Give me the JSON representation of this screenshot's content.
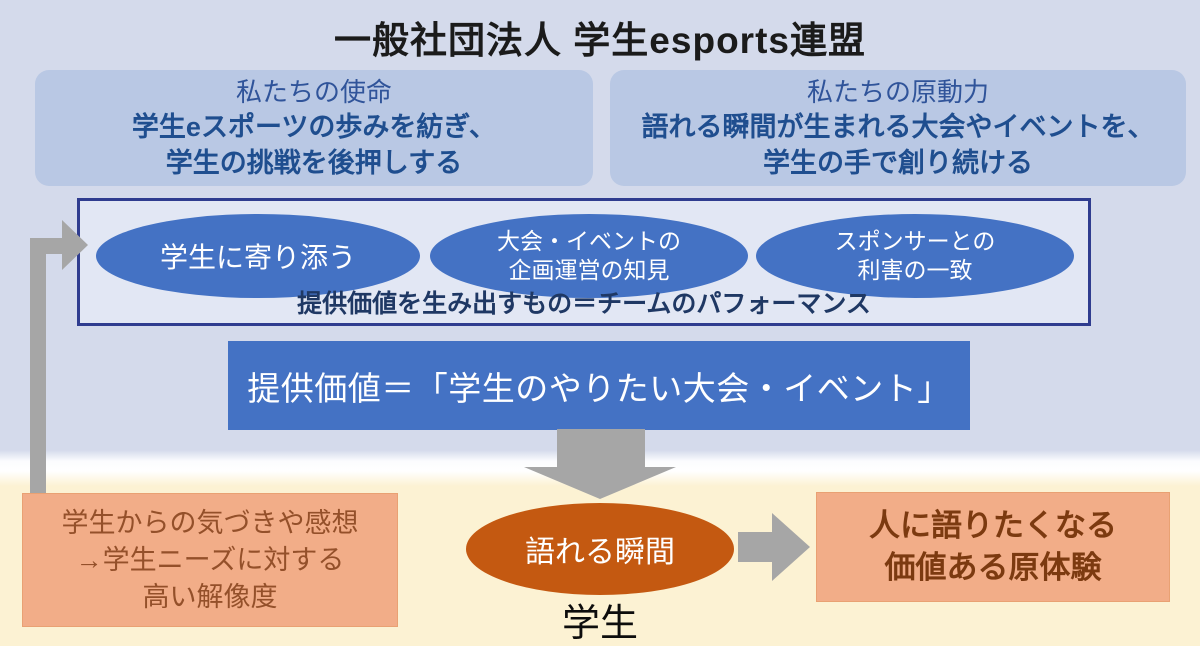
{
  "page": {
    "title": "一般社団法人 学生esports連盟"
  },
  "mission": {
    "heading": "私たちの使命",
    "line1": "学生eスポーツの歩みを紡ぎ、",
    "line2": "学生の挑戦を後押しする"
  },
  "drive": {
    "heading": "私たちの原動力",
    "line1": "語れる瞬間が生まれる大会やイベントを、",
    "line2": "学生の手で創り続ける"
  },
  "value_frame": {
    "ellipses": [
      {
        "lines": [
          "学生に寄り添う"
        ]
      },
      {
        "lines": [
          "大会・イベントの",
          "企画運営の知見"
        ]
      },
      {
        "lines": [
          "スポンサーとの",
          "利害の一致"
        ]
      }
    ],
    "caption": "提供価値を生み出すもの＝チームのパフォーマンス"
  },
  "value_banner": {
    "text": "提供価値＝「学生のやりたい大会・イベント」"
  },
  "bottom": {
    "feedback_box": {
      "lines": [
        "学生からの気づきや感想",
        "→学生ニーズに対する",
        "高い解像度"
      ]
    },
    "moment_ellipse": "語れる瞬間",
    "student_label": "学生",
    "experience_box": {
      "lines": [
        "人に語りたくなる",
        "価値ある原体験"
      ]
    }
  },
  "colors": {
    "top_background": "#d4daeb",
    "bottom_background": "#fcf2d3",
    "statement_box": "#b9c8e4",
    "statement_text": "#1f4e8f",
    "blue_shape": "#4472c4",
    "frame_border": "#2f3c8f",
    "arrow_gray": "#a6a6a6",
    "orange_box": "#f2ad88",
    "orange_ellipse": "#c45911",
    "brown_text": "#7c3a10"
  }
}
